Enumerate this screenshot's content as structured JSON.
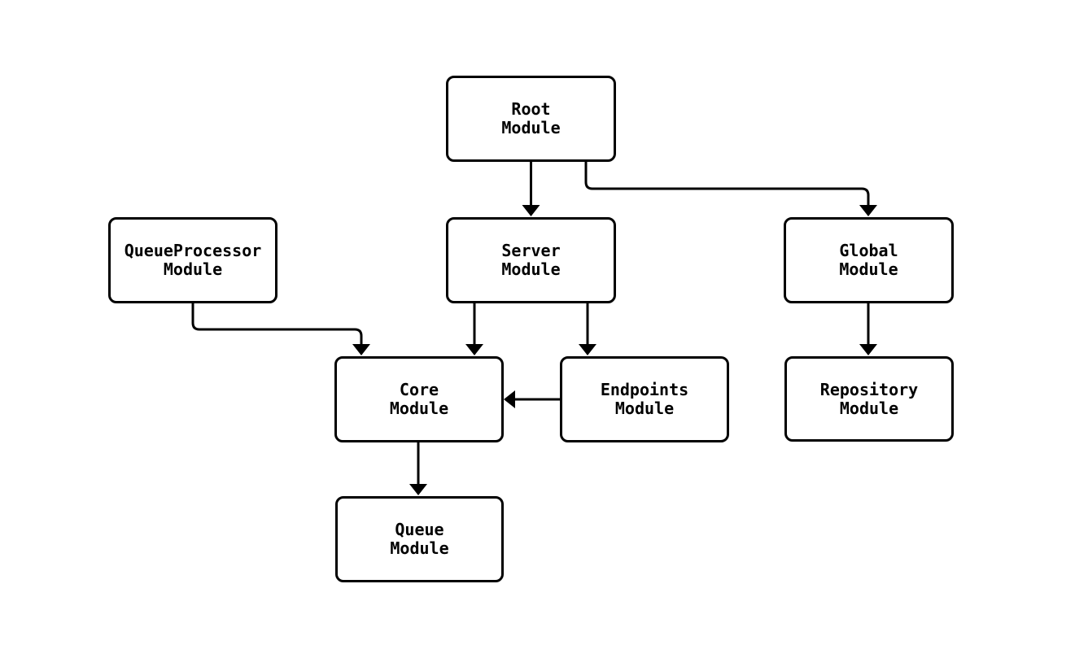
{
  "diagram": {
    "type": "flowchart",
    "direction": "top-down",
    "colors": {
      "background": "#ffffff",
      "node_fill": "#ffffff",
      "node_border": "#000000",
      "edge": "#000000",
      "text": "#000000"
    },
    "nodes": [
      {
        "id": "root",
        "label": "Root\nModule"
      },
      {
        "id": "queueprocessor",
        "label": "QueueProcessor\nModule"
      },
      {
        "id": "server",
        "label": "Server\nModule"
      },
      {
        "id": "global",
        "label": "Global\nModule"
      },
      {
        "id": "core",
        "label": "Core\nModule"
      },
      {
        "id": "endpoints",
        "label": "Endpoints\nModule"
      },
      {
        "id": "repository",
        "label": "Repository\nModule"
      },
      {
        "id": "queue",
        "label": "Queue\nModule"
      }
    ],
    "edges": [
      {
        "from": "root",
        "to": "server"
      },
      {
        "from": "root",
        "to": "global"
      },
      {
        "from": "queueprocessor",
        "to": "core"
      },
      {
        "from": "server",
        "to": "core"
      },
      {
        "from": "server",
        "to": "endpoints"
      },
      {
        "from": "endpoints",
        "to": "core"
      },
      {
        "from": "global",
        "to": "repository"
      },
      {
        "from": "core",
        "to": "queue"
      }
    ]
  }
}
